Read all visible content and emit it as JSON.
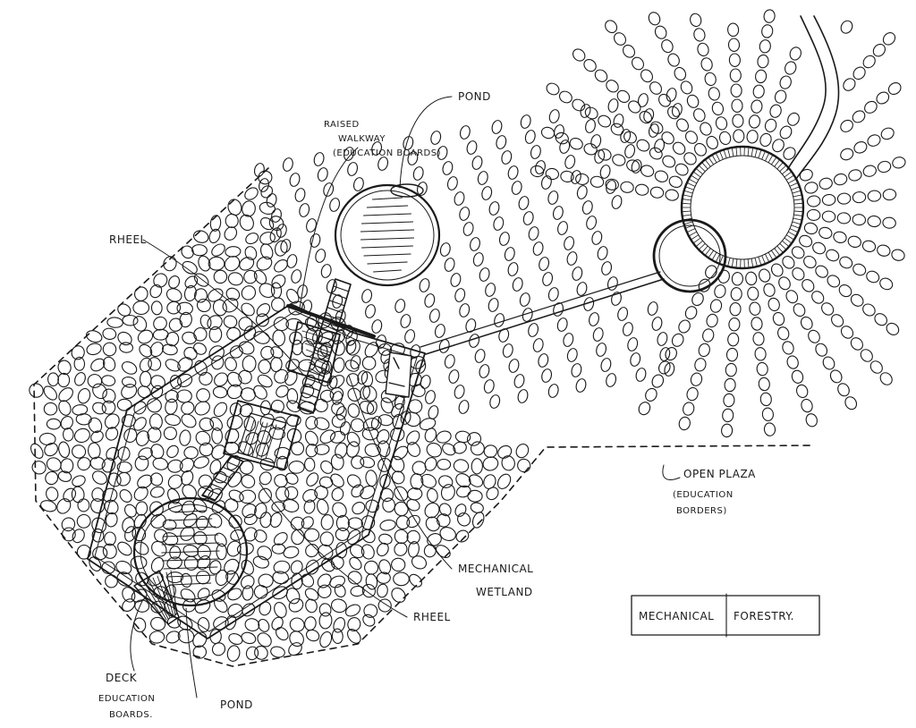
{
  "labels": {
    "raised_walkway": [
      "RAISED",
      "WALKWAY",
      "(EDUCATION BOARDS)"
    ],
    "pond_top": "POND",
    "rheel_upper": "RHEEL",
    "rheel_lower": "RHEEL",
    "mechanical_wetland": [
      "MECHANICAL",
      "WETLAND"
    ],
    "open_plaza": [
      "OPEN PLAZA",
      "(EDUCATION",
      "BORDERS)"
    ],
    "deck": [
      "DECK",
      "EDUCATION",
      "BOARDS."
    ],
    "pond_bottom": "POND"
  },
  "title_box": {
    "left": "MECHANICAL",
    "right": "FORESTRY."
  }
}
